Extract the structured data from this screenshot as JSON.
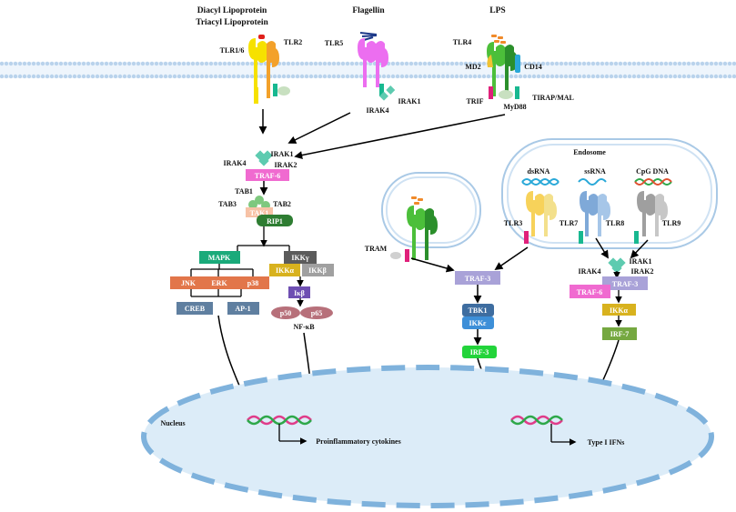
{
  "ligands": {
    "diacyl": "Diacyl Lipoprotein",
    "triacyl": "Triacyl Lipoprotein",
    "flagellin": "Flagellin",
    "lps": "LPS"
  },
  "receptors": {
    "tlr16": "TLR1/6",
    "tlr2": "TLR2",
    "tlr5": "TLR5",
    "tlr4": "TLR4",
    "md2": "MD2",
    "cd14": "CD14",
    "tlr3": "TLR3",
    "tlr7": "TLR7",
    "tlr8": "TLR8",
    "tlr9": "TLR9"
  },
  "adaptors": {
    "irak4_a": "IRAK4",
    "irak1_a": "IRAK1",
    "trif": "TRIF",
    "tirap": "TIRAP/MAL",
    "myd88": "MyD88",
    "tram": "TRAM"
  },
  "left_pathway": {
    "irak1": "IRAK1",
    "irak4": "IRAK4",
    "irak2": "IRAK2",
    "traf6": "TRAF-6",
    "tab1": "TAB1",
    "tab3": "TAB3",
    "tab2": "TAB2",
    "tak1": "TAK1",
    "rip1": "RIP1",
    "mapk": "MAPK",
    "ikkg": "IKKγ",
    "ikka": "IKKα",
    "ikkb": "IKKβ",
    "jnk": "JNK",
    "erk": "ERK",
    "p38": "p38",
    "ikbeta": "Iκβ",
    "creb": "CREB",
    "ap1": "AP-1",
    "p50": "p50",
    "p65": "p65",
    "nfkb": "NF-κB"
  },
  "right_pathway": {
    "endosome": "Endosome",
    "dsrna": "dsRNA",
    "ssrna": "ssRNA",
    "cpg": "CpG DNA",
    "traf3": "TRAF-3",
    "tbk1": "TBK1",
    "ikke": "IKKε",
    "irf3": "IRF-3",
    "irak1": "IRAK1",
    "irak4": "IRAK4",
    "irak2": "IRAK2",
    "traf3b": "TRAF-3",
    "traf6b": "TRAF-6",
    "ikka": "IKKα",
    "irf7": "IRF-7"
  },
  "nucleus": {
    "label": "Nucleus",
    "proinflammatory": "Proinflammatory cytokines",
    "type1": "Type I IFNs"
  },
  "colors": {
    "membrane": "#b9d3ec",
    "nucleus_fill": "#dcecf8",
    "nucleus_border": "#7fb2dc",
    "traf6": "#f06ad0",
    "rip1": "#2e7d32",
    "mapk": "#1aaa7a",
    "kinase_orange": "#e2764a",
    "creb_ap1": "#5f7fa0",
    "ikkg": "#5b5b5b",
    "ikka": "#d8b21e",
    "ikkb": "#a0a0a0",
    "ikbeta": "#6e4fb2",
    "nfkb": "#b7707a",
    "traf3": "#a9a2d8",
    "tbk1": "#3e6da0",
    "ikke": "#3d8fd8",
    "irf3": "#22d43a",
    "irf7": "#75a840"
  }
}
